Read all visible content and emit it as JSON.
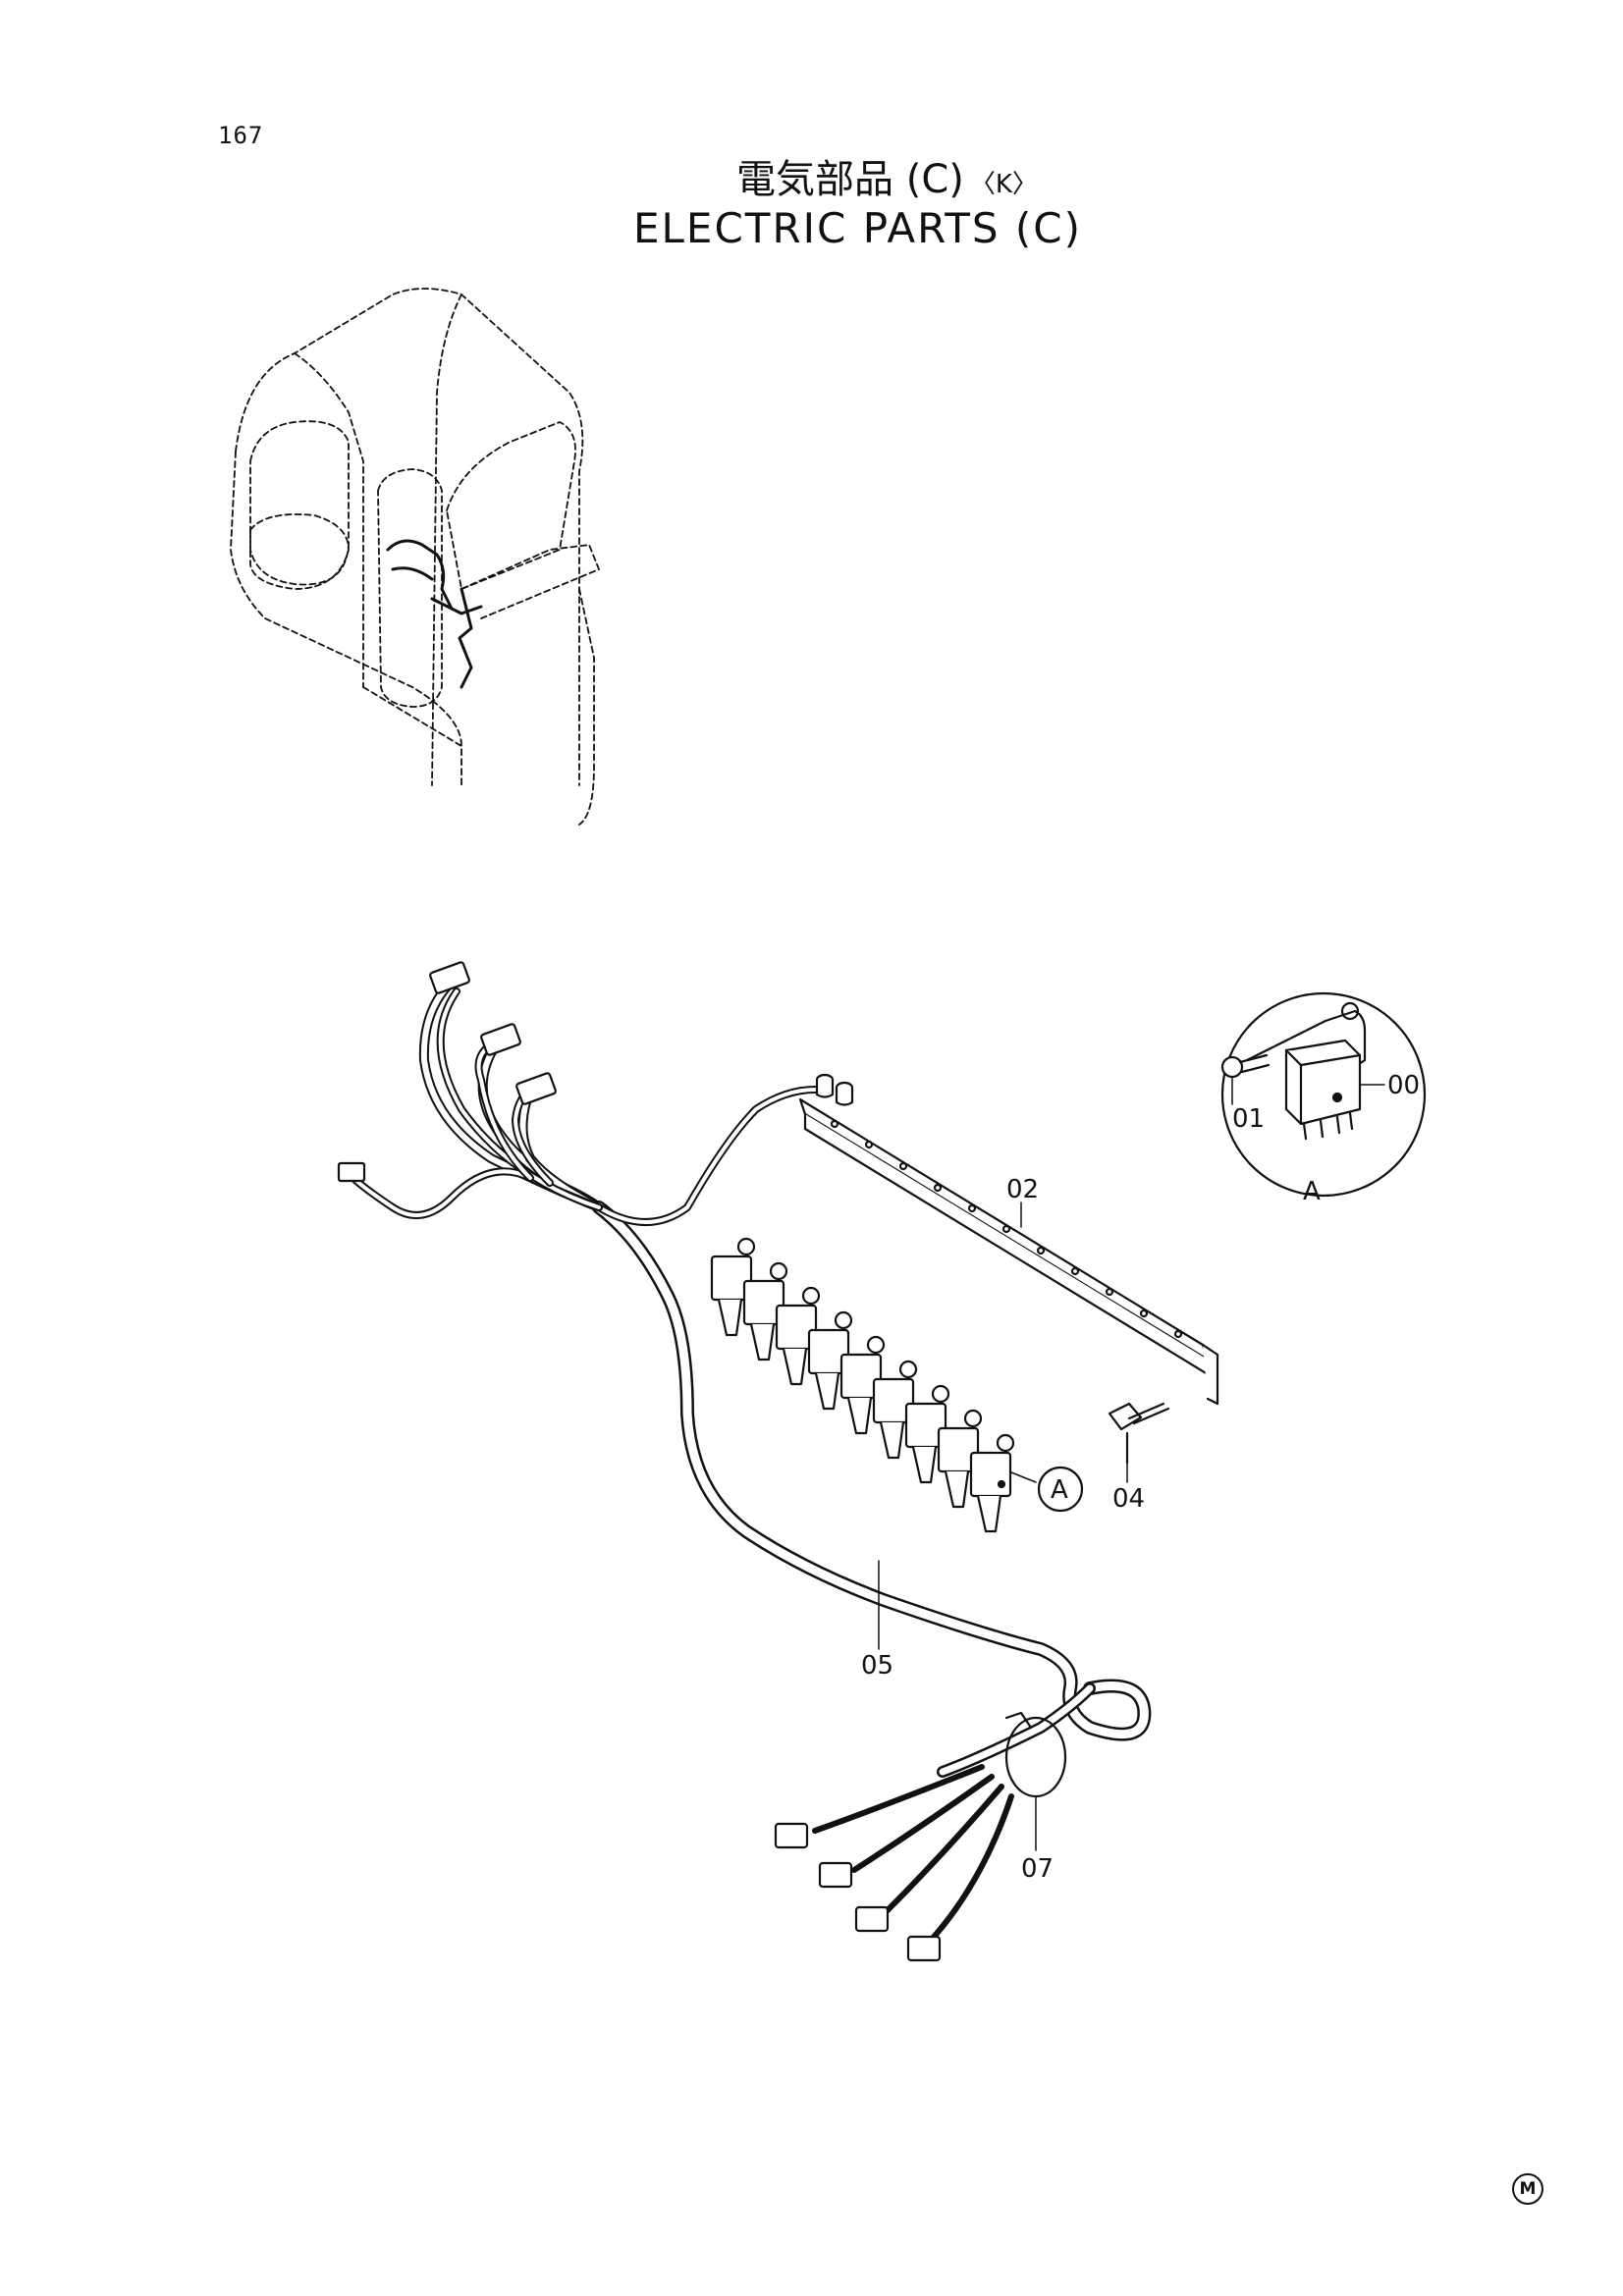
{
  "page": {
    "number": "167"
  },
  "title": {
    "japanese": "電気部品 (C)",
    "variant": "〈K〉",
    "english": "ELECTRIC PARTS (C)"
  },
  "callouts": {
    "part_00": "00",
    "part_01": "01",
    "part_02": "02",
    "part_04": "04",
    "part_05": "05",
    "part_07": "07",
    "detail_A": "A",
    "detail_A_ref": "A"
  },
  "footer_mark": "M"
}
